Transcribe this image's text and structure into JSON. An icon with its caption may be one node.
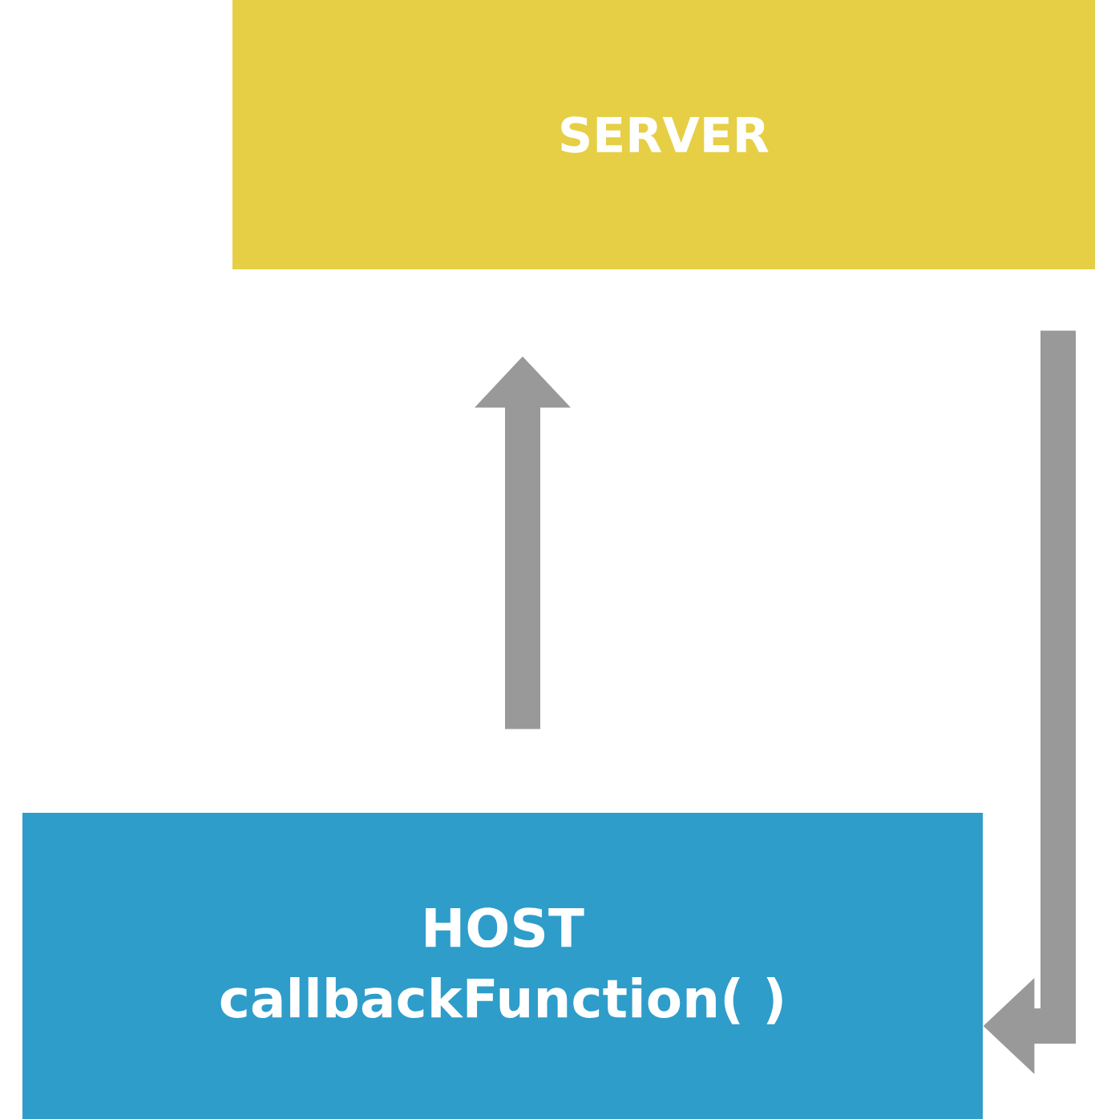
{
  "diagram": {
    "nodes": [
      {
        "text": [
          "SERVER"
        ]
      },
      {
        "text": [
          "HOST",
          "callbackFunction( )"
        ]
      }
    ],
    "edges": [
      {
        "from": 1,
        "to": 0,
        "arrow": "to"
      },
      {
        "from": 0,
        "to": 1,
        "arrow": "to"
      }
    ]
  }
}
